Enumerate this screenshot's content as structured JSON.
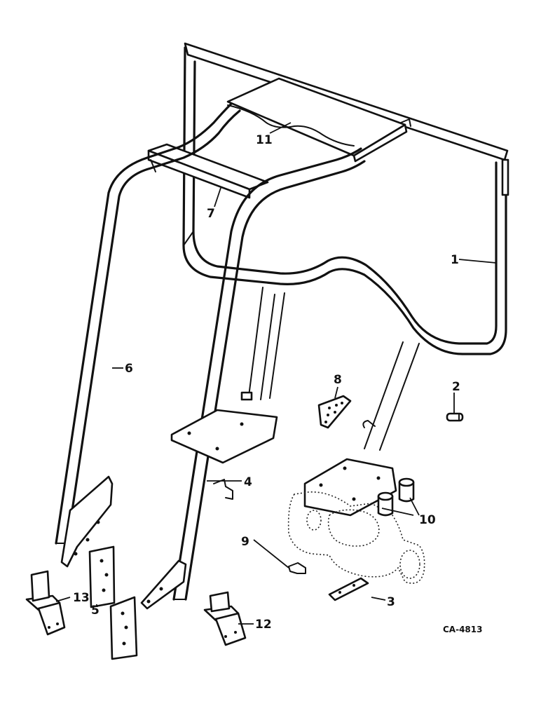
{
  "diagram": {
    "drawing_code": "CA-4813",
    "callouts": {
      "c1": "1",
      "c2": "2",
      "c3": "3",
      "c4": "4",
      "c5": "5",
      "c6": "6",
      "c7": "7",
      "c8": "8",
      "c9": "9",
      "c10": "10",
      "c11": "11",
      "c12": "12",
      "c13": "13"
    }
  }
}
